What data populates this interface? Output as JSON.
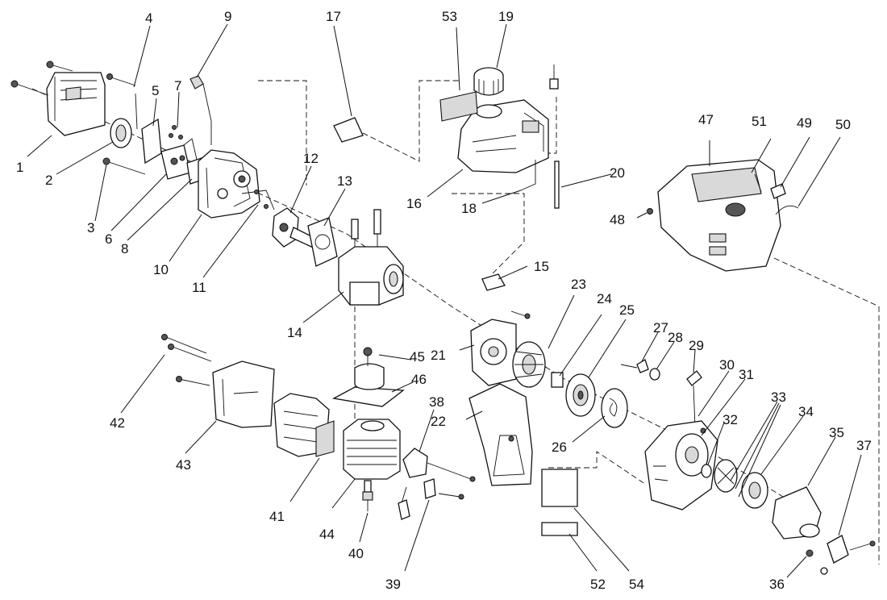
{
  "diagram": {
    "callouts": [
      "1",
      "2",
      "3",
      "4",
      "5",
      "6",
      "7",
      "8",
      "9",
      "10",
      "11",
      "12",
      "13",
      "14",
      "15",
      "16",
      "17",
      "18",
      "19",
      "20",
      "21",
      "22",
      "23",
      "24",
      "25",
      "26",
      "27",
      "28",
      "29",
      "30",
      "31",
      "32",
      "33",
      "34",
      "35",
      "36",
      "37",
      "38",
      "39",
      "40",
      "41",
      "42",
      "43",
      "44",
      "45",
      "46",
      "47",
      "48",
      "49",
      "50",
      "51",
      "52",
      "53",
      "54"
    ]
  }
}
